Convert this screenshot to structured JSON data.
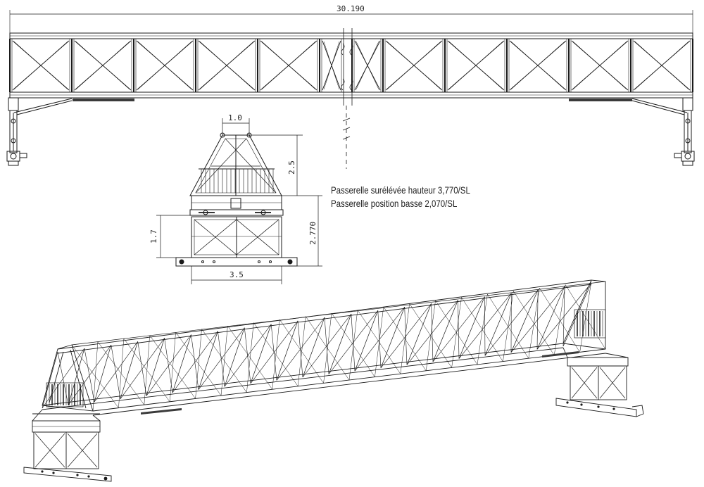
{
  "dimensions": {
    "overall_length": "30.190",
    "top_width": "1.0",
    "gable_height": "2.5",
    "base_height": "1.7",
    "total_height": "2.770",
    "base_width": "3.5"
  },
  "notes": {
    "elevated": "Passerelle surélévée hauteur 3,770/SL",
    "low": "Passerelle  position basse 2,070/SL"
  },
  "colors": {
    "line": "#1a1a1a",
    "panel": "#3a3a3a"
  }
}
